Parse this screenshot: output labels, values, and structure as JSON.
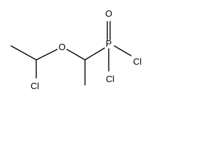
{
  "molecule": {
    "atoms": {
      "oxygen_ether": "O",
      "phosphorus": "P",
      "oxygen_double": "O",
      "chlorine_left": "Cl",
      "chlorine_p_right": "Cl",
      "chlorine_p_bottom": "Cl"
    }
  }
}
